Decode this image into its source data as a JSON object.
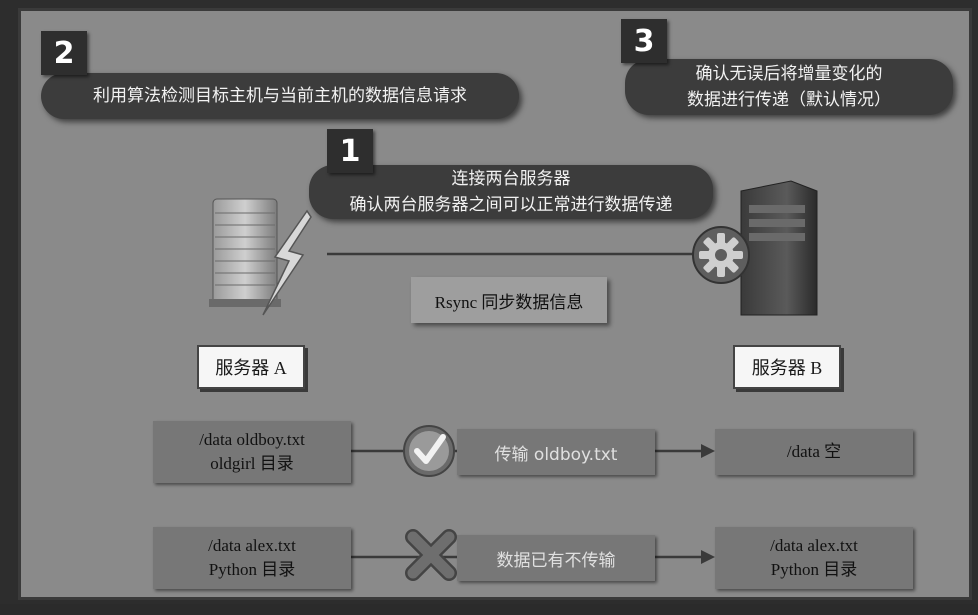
{
  "steps": [
    {
      "number": "2",
      "text_lines": [
        "利用算法检测目标主机与当前主机的数据信息请求"
      ]
    },
    {
      "number": "3",
      "text_lines": [
        "确认无误后将增量变化的",
        "数据进行传递（默认情况）"
      ]
    },
    {
      "number": "1",
      "text_lines": [
        "连接两台服务器",
        "确认两台服务器之间可以正常进行数据传递"
      ]
    }
  ],
  "sync_label": "Rsync 同步数据信息",
  "server_a_label": "服务器 A",
  "server_b_label": "服务器 B",
  "rows": [
    {
      "source_lines": [
        "/data oldboy.txt",
        "oldgirl 目录"
      ],
      "status_icon": "check-icon",
      "action": "传输 oldboy.txt",
      "target_lines": [
        "/data 空"
      ]
    },
    {
      "source_lines": [
        "/data alex.txt",
        "Python 目录"
      ],
      "status_icon": "cross-icon",
      "action": "数据已有不传输",
      "target_lines": [
        "/data alex.txt",
        "Python 目录"
      ]
    }
  ],
  "icons": [
    "server-a-icon",
    "lightning-icon",
    "server-b-icon",
    "gear-icon",
    "check-icon",
    "cross-icon"
  ]
}
